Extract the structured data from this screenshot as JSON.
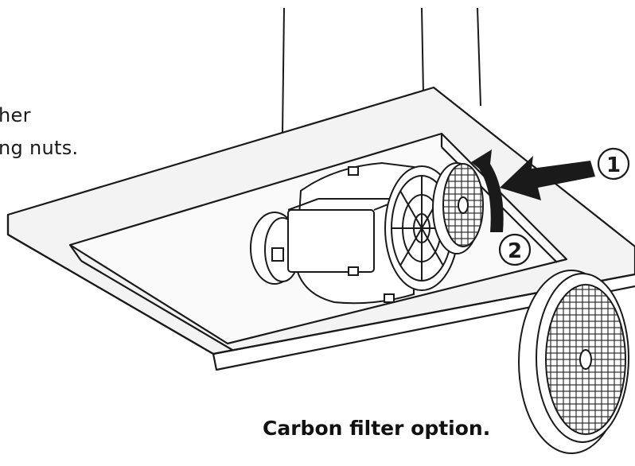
{
  "diagram": {
    "text_fragment_line1": "her",
    "text_fragment_line2": "ng nuts.",
    "caption": "Carbon filter option.",
    "step1_marker": "1",
    "step2_marker": "2"
  },
  "colors": {
    "line": "#1a1a1a",
    "hood_top": "#f2f2f2",
    "hood_inner": "#f7f7f7",
    "filter_fill": "#ffffff"
  }
}
